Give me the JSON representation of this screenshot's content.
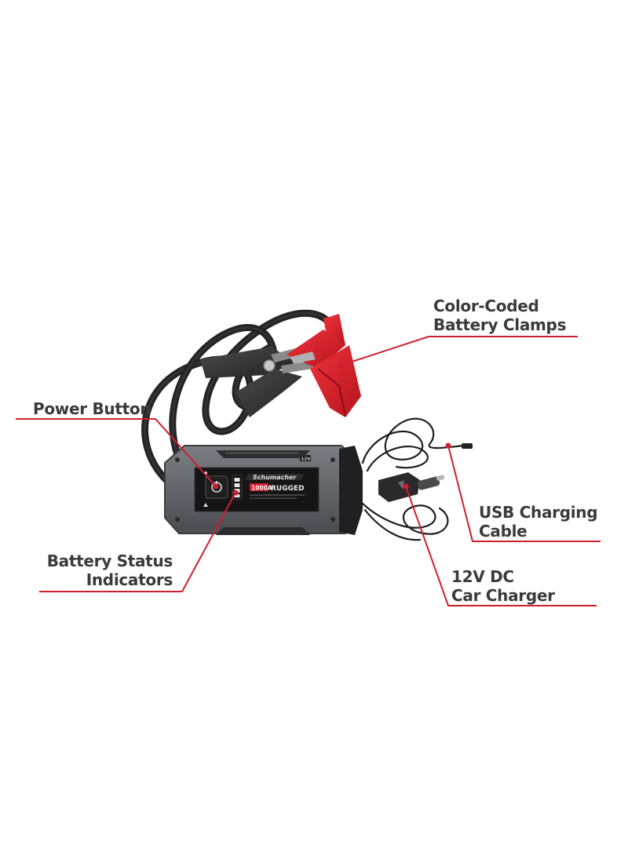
{
  "product": {
    "brand_logo_text": "Schumacher",
    "amperage_badge": "1000A",
    "model_text": "RUGGED",
    "voltage_badge": "12V",
    "colors": {
      "callout_line": "#d01f2e",
      "label_text": "#3a3a3c",
      "body_gray": "#6b6e73",
      "panel_black": "#151515",
      "clamp_red": "#e2202b",
      "clamp_black": "#3a3a3a"
    }
  },
  "callouts": {
    "clamps": {
      "line1": "Color-Coded",
      "line2": "Battery Clamps"
    },
    "power": {
      "line1": "Power Button"
    },
    "usb": {
      "line1": "USB Charging",
      "line2": "Cable"
    },
    "status": {
      "line1": "Battery Status",
      "line2": "Indicators"
    },
    "car_charger": {
      "line1": "12V DC",
      "line2": "Car Charger"
    }
  }
}
